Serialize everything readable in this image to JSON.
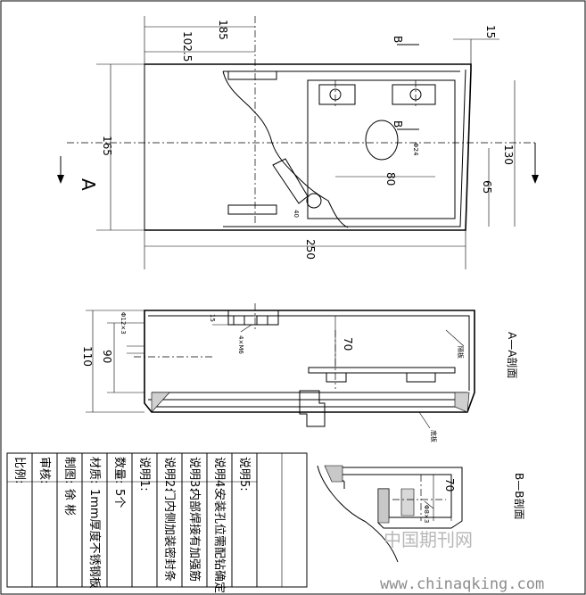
{
  "plan_view": {
    "dim_top_overall": "185",
    "dim_left_offset": "102.5",
    "dim_height_left": "165",
    "dim_height_right": "130",
    "dim_lower_right": "65",
    "dim_hole_span": "80",
    "dim_bottom_overall": "250",
    "dim_corner": "15",
    "dim_diameter": "Φ24",
    "dim_small": "40",
    "section_mark_b1": "B",
    "section_mark_b2": "B",
    "section_mark_a": "A"
  },
  "section_aa": {
    "dim_height": "110",
    "dim_inner_height": "90",
    "dim_depth": "70",
    "dim_lip": "15",
    "dim_note_left": "Φ12×3",
    "dim_note_mid": "4×M6",
    "dim_label_inner": "隔板",
    "dim_label_bottom": "底板",
    "title": "A—A剖面"
  },
  "section_bb": {
    "dim_depth": "70",
    "dim_note": "Φ8×3",
    "title": "B—B剖面"
  },
  "title_block": {
    "rows": [
      {
        "head": "比例:",
        "value": ""
      },
      {
        "head": "审核:",
        "value": ""
      },
      {
        "head": "制图:",
        "value": "徐 彬"
      },
      {
        "head": "材质:",
        "value": "1mm厚度不锈钢板"
      },
      {
        "head": "数量:",
        "value": "5个"
      },
      {
        "head": "说明1:",
        "value": ""
      },
      {
        "head": "说明2:",
        "value": "门内侧加装密封条"
      },
      {
        "head": "说明3:",
        "value": "内部焊接有加强筋"
      },
      {
        "head": "说明4:",
        "value": "安装孔位需配钻确定"
      },
      {
        "head": "说明5:",
        "value": ""
      }
    ]
  },
  "watermark": {
    "cn": "中国期刊网",
    "url": "www.chinaqking.com"
  }
}
